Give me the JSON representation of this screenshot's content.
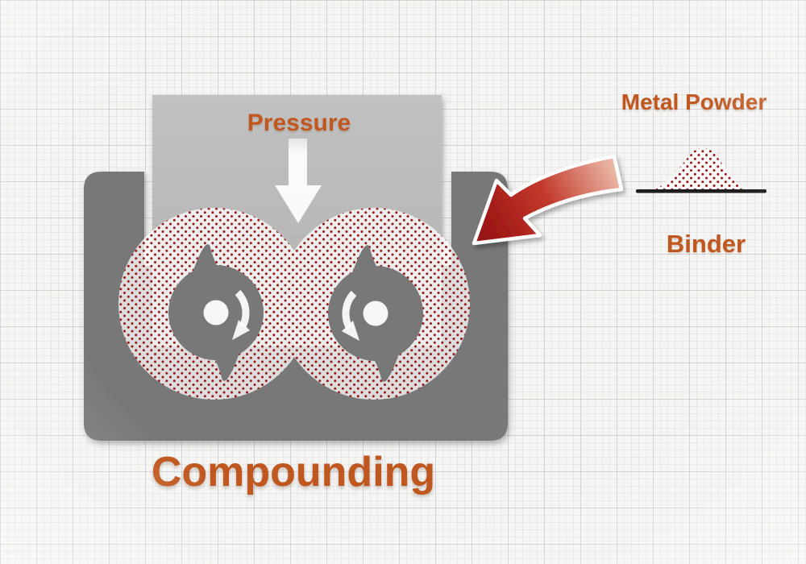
{
  "title": {
    "text": "Compounding"
  },
  "labels": {
    "pressure": "Pressure",
    "metal_powder": "Metal Powder",
    "binder": "Binder"
  },
  "icons": {
    "pressure_arrow": "arrow-down-icon",
    "feed_arrow": "curved-arrow-down-left-icon",
    "left_rotor_rotation": "clockwise-arrow-icon",
    "right_rotor_rotation": "counterclockwise-arrow-icon",
    "powder_pile": "dotted-powder-pile-icon",
    "binder_line": "horizontal-bar-icon"
  },
  "diagram": {
    "type": "process-illustration",
    "vessel": "twin-rotor mixing chamber filled with powder/binder mixture",
    "rotors": [
      {
        "position": "left",
        "rotation": "clockwise"
      },
      {
        "position": "right",
        "rotation": "counterclockwise"
      }
    ],
    "feed": "red arrow feeding metal powder and binder into chamber",
    "ram": "pressure plunger pressing down into chamber"
  },
  "colors": {
    "accent_orange": "#c0571f",
    "vessel_gray": "#787878",
    "plunger_gray": "#b9b9b9",
    "mixture_dot_red": "#9a1414",
    "mixture_background": "#fbfbfb",
    "feed_arrow_dark": "#991212",
    "feed_arrow_light": "#f3d2bf",
    "binder_line_black": "#1d1d1d",
    "background": "#f5f5f4",
    "grid_line": "#dcdce0",
    "white_arrow": "#ffffff"
  }
}
